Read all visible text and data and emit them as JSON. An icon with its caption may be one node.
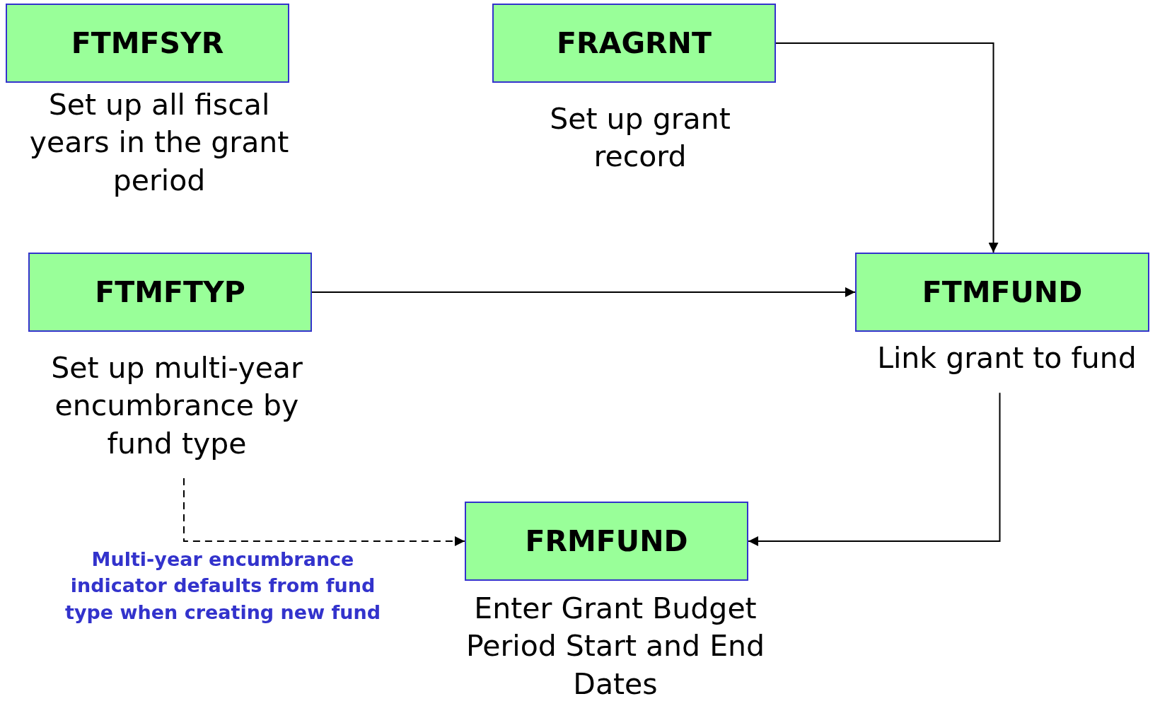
{
  "diagram": {
    "nodes": [
      {
        "text": [
          "FTMFSYR"
        ],
        "beside": [
          "Set up all fiscal years in the grant period"
        ]
      },
      {
        "text": [
          "FRAGRNT"
        ],
        "beside": [
          "Set up grant record"
        ]
      },
      {
        "text": [
          "FTMFTYP"
        ],
        "beside": [
          "Set up multi-year encumbrance by fund type"
        ]
      },
      {
        "text": [
          "FTMFUND"
        ],
        "beside": [
          "Link grant to fund"
        ]
      },
      {
        "text": [
          "FRMFUND"
        ],
        "beside": [
          "Enter Grant Budget Period Start and End Dates"
        ]
      }
    ],
    "edges": [
      {
        "from": 1,
        "to": 3,
        "arrow": "to"
      },
      {
        "from": 2,
        "to": 3,
        "arrow": "to"
      },
      {
        "from": 3,
        "to": 4,
        "arrow": "to"
      },
      {
        "from": 2,
        "to": 4,
        "arrow": "to",
        "style": "dashed"
      }
    ],
    "labels": [
      "Multi-year encumbrance indicator defaults from fund type when creating new fund"
    ]
  }
}
